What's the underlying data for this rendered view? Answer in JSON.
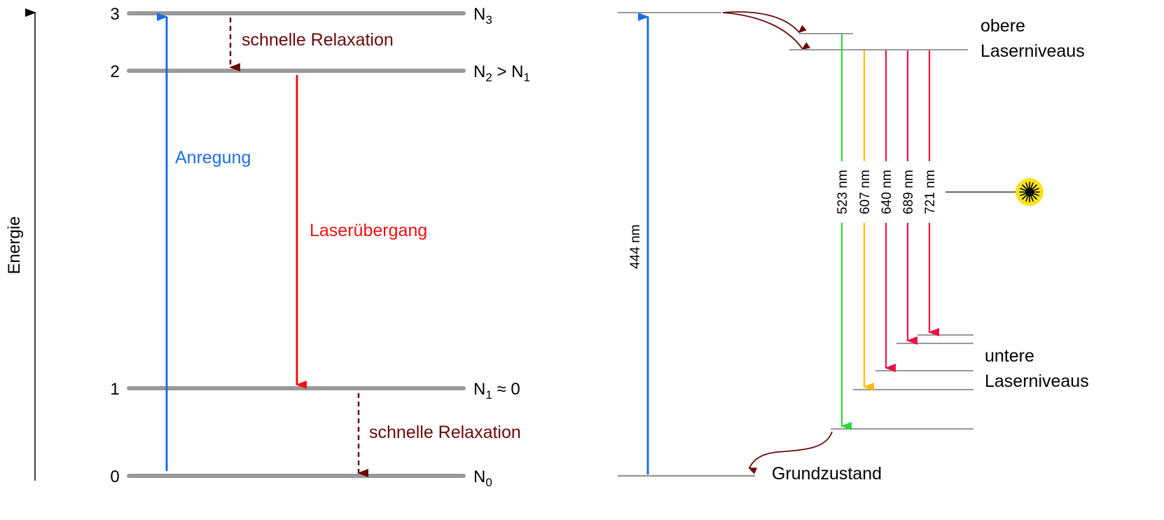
{
  "left_diagram": {
    "axis_label": "Energie",
    "levels": [
      {
        "number": "3",
        "symbol": "N",
        "sub": "3",
        "suffix": ""
      },
      {
        "number": "2",
        "symbol": "N",
        "sub": "2",
        "suffix": " > N",
        "suffix_sub": "1"
      },
      {
        "number": "1",
        "symbol": "N",
        "sub": "1",
        "suffix": " ≈ 0"
      },
      {
        "number": "0",
        "symbol": "N",
        "sub": "0",
        "suffix": ""
      }
    ],
    "relaxation_top": "schnelle Relaxation",
    "relaxation_bottom": "schnelle Relaxation",
    "excitation": "Anregung",
    "laser_transition": "Laserübergang"
  },
  "right_diagram": {
    "pump_wavelength": "444 nm",
    "upper_levels_label": [
      "obere",
      "Laserniveaus"
    ],
    "lower_levels_label": [
      "untere",
      "Laserniveaus"
    ],
    "ground_state": "Grundzustand",
    "transitions": [
      {
        "label": "523 nm",
        "color": "#22dd33"
      },
      {
        "label": "607 nm",
        "color": "#ffbb00"
      },
      {
        "label": "640 nm",
        "color": "#ee1144"
      },
      {
        "label": "689 nm",
        "color": "#ee1144"
      },
      {
        "label": "721 nm",
        "color": "#ee1144"
      }
    ],
    "laser_icon": "laser-radiation-warning-icon"
  },
  "colors": {
    "level": "#999999",
    "excitation": "#1e6fe0",
    "laser": "#ee1111",
    "relaxation": "#6b0a0a",
    "warning_yellow": "#f5e51c"
  }
}
